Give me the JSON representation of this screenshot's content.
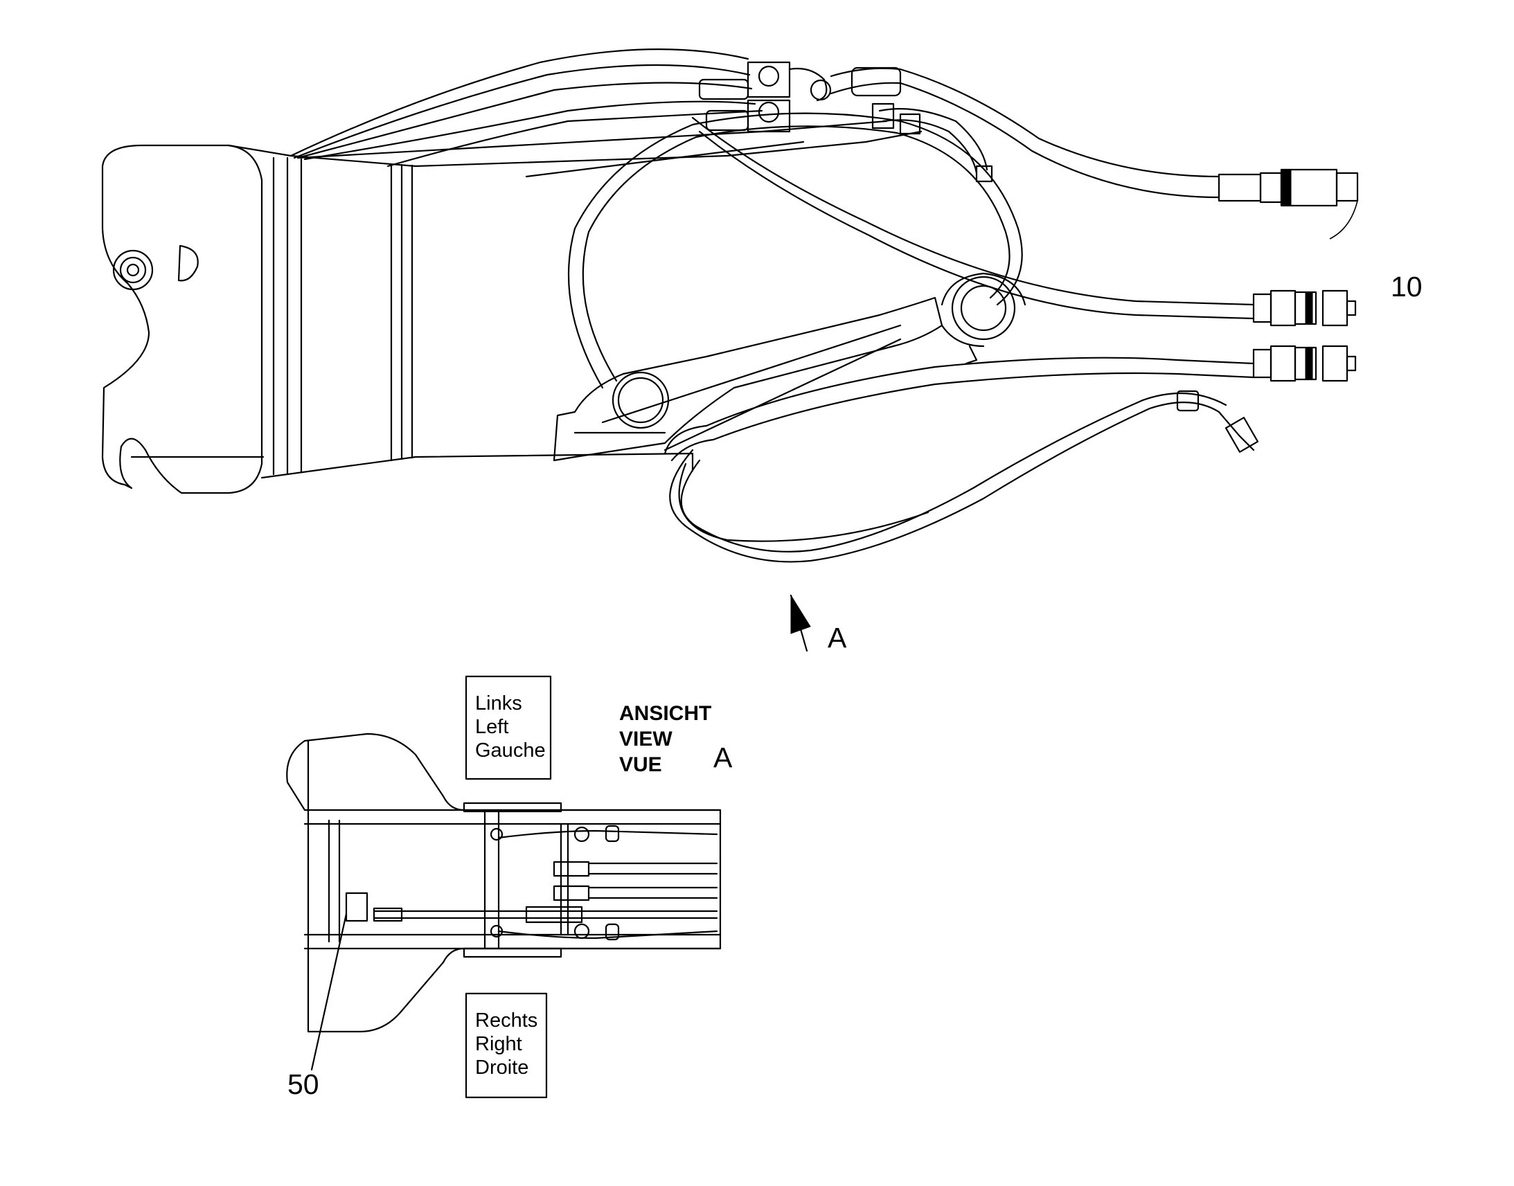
{
  "callouts": {
    "item_10": "10",
    "item_50": "50",
    "view_arrow_letter": "A"
  },
  "view_label": {
    "line1": "ANSICHT",
    "line2": "VIEW",
    "line3": "VUE",
    "letter": "A"
  },
  "left_box": {
    "line1": "Links",
    "line2": "Left",
    "line3": "Gauche"
  },
  "right_box": {
    "line1": "Rechts",
    "line2": "Right",
    "line3": "Droite"
  }
}
